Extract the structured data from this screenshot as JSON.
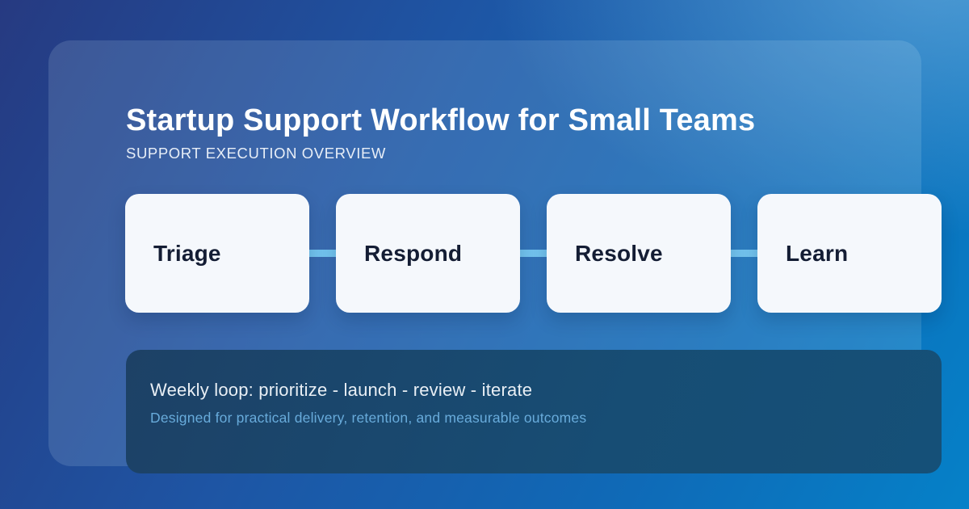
{
  "header": {
    "title": "Startup Support Workflow for Small Teams",
    "subtitle": "SUPPORT EXECUTION OVERVIEW"
  },
  "flow": {
    "steps": [
      {
        "label": "Triage"
      },
      {
        "label": "Respond"
      },
      {
        "label": "Resolve"
      },
      {
        "label": "Learn"
      }
    ]
  },
  "panel": {
    "line1": "Weekly loop: prioritize - launch - review - iterate",
    "line2": "Designed for practical delivery, retention, and measurable outcomes"
  },
  "colors": {
    "background_top_left": "#263a81",
    "background_top_right": "#4a90c9",
    "background_bottom_right": "#0581c8",
    "card_overlay": "rgba(210,233,251,0.15)",
    "step_box_bg": "#f5f8fc",
    "step_text": "#141d34",
    "connector": "#72c3ee",
    "panel_bg": "#1b4066",
    "panel_line1_text": "#e9eff5",
    "panel_line2_text": "#68abdb",
    "title_text": "#ffffff"
  }
}
